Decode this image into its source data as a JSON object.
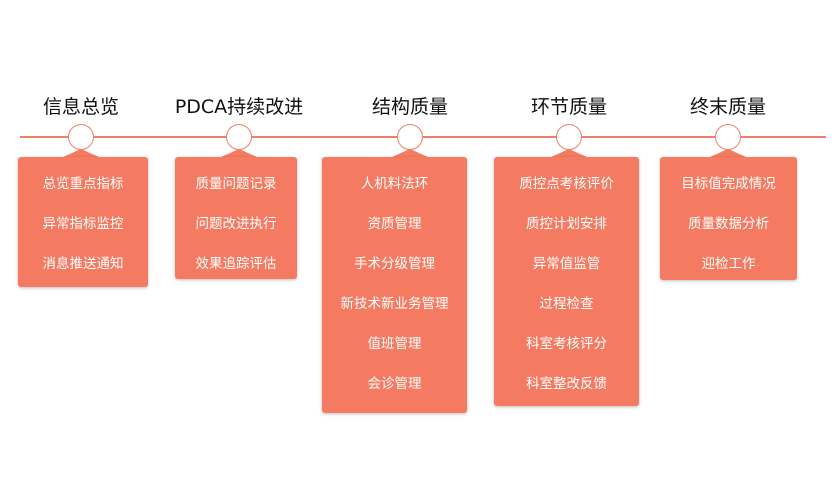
{
  "accent_color": "#f47b62",
  "stages": [
    {
      "title": "信息总览",
      "items": [
        "总览重点指标",
        "异常指标监控",
        "消息推送通知"
      ]
    },
    {
      "title": "PDCA持续改进",
      "items": [
        "质量问题记录",
        "问题改进执行",
        "效果追踪评估"
      ]
    },
    {
      "title": "结构质量",
      "items": [
        "人机料法环",
        "资质管理",
        "手术分级管理",
        "新技术新业务管理",
        "值班管理",
        "会诊管理"
      ]
    },
    {
      "title": "环节质量",
      "items": [
        "质控点考核评价",
        "质控计划安排",
        "异常值监管",
        "过程检查",
        "科室考核评分",
        "科室整改反馈"
      ]
    },
    {
      "title": "终末质量",
      "items": [
        "目标值完成情况",
        "质量数据分析",
        "迎检工作"
      ]
    }
  ]
}
